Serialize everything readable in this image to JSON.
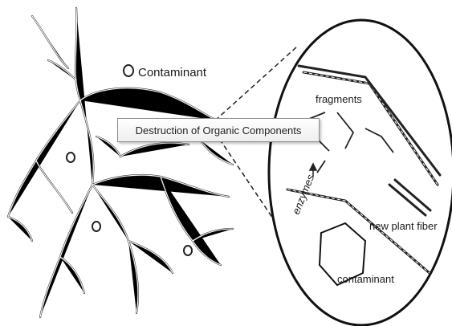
{
  "legend": {
    "contaminant_label": "Contaminant"
  },
  "inset": {
    "fragments_label": "fragments",
    "enzymes_label": "enzymes",
    "new_plant_fiber_label": "new plant fiber",
    "contaminant_label": "contaminant"
  },
  "tooltip": {
    "text": "Destruction of Organic Components"
  }
}
